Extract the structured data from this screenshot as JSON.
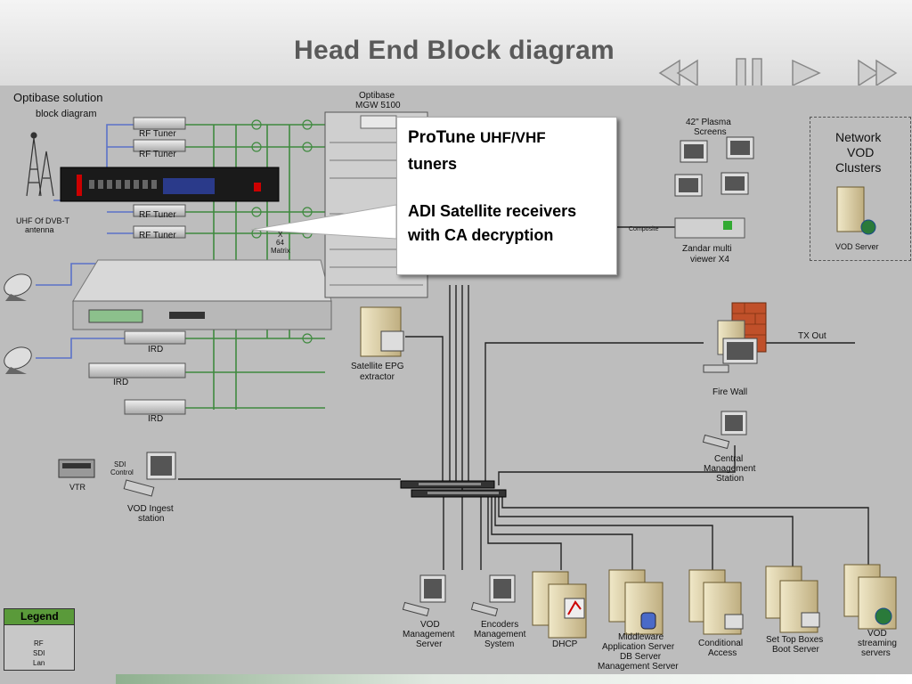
{
  "slide": {
    "title": "Head End Block diagram"
  },
  "nav": {
    "prev": "previous-icon",
    "pause": "pause-icon",
    "play": "play-icon",
    "next": "next-icon"
  },
  "labels": {
    "solution_line1": "Optibase solution",
    "solution_line2": "block diagram",
    "mgw_line1": "Optibase",
    "mgw_line2": "MGW 5100",
    "rf_tuner": "RF Tuner",
    "antenna_line1": "UHF Of DVB-T",
    "antenna_line2": "antenna",
    "ird": "IRD",
    "matrix_line1": "X",
    "matrix_line2": "64",
    "matrix_line3": "Matrix",
    "composite": "Composite",
    "plasma_line1": "42\" Plasma",
    "plasma_line2": "Screens",
    "zandar_line1": "Zandar multi",
    "zandar_line2": "viewer X4",
    "vod_clusters_line1": "Network",
    "vod_clusters_line2": "VOD",
    "vod_clusters_line3": "Clusters",
    "vod_server": "VOD Server",
    "tx_out": "TX Out",
    "fire_wall": "Fire Wall",
    "central_line1": "Central",
    "central_line2": "Management",
    "central_line3": "Station",
    "epg_line1": "Satellite EPG",
    "epg_line2": "extractor",
    "sdi": "SDI",
    "control": "Control",
    "vtr": "VTR",
    "vod_ingest_line1": "VOD Ingest",
    "vod_ingest_line2": "station",
    "vod_mgmt_line1": "VOD",
    "vod_mgmt_line2": "Management",
    "vod_mgmt_line3": "Server",
    "encoders_line1": "Encoders",
    "encoders_line2": "Management",
    "encoders_line3": "System",
    "dhcp": "DHCP",
    "middleware_line1": "Middleware",
    "middleware_line2": "Application Server",
    "middleware_line3": "DB Server",
    "middleware_line4": "Management Server",
    "ca_line1": "Conditional",
    "ca_line2": "Access",
    "stb_line1": "Set Top Boxes",
    "stb_line2": "Boot Server",
    "vod_stream_line1": "VOD",
    "vod_stream_line2": "streaming",
    "vod_stream_line3": "servers"
  },
  "callout": {
    "brand": "ProTune",
    "band": "UHF/VHF",
    "line2": "tuners",
    "line3": "ADI Satellite receivers with CA decryption"
  },
  "legend": {
    "title": "Legend",
    "rf": "RF",
    "sdi": "SDI",
    "lan": "Lan"
  },
  "colors": {
    "rf_line": "#5b72c8",
    "sdi_line": "#3f8a3f",
    "lan_line": "#222222",
    "firewall": "#c0502a",
    "legend_header": "#5a9a3a"
  }
}
